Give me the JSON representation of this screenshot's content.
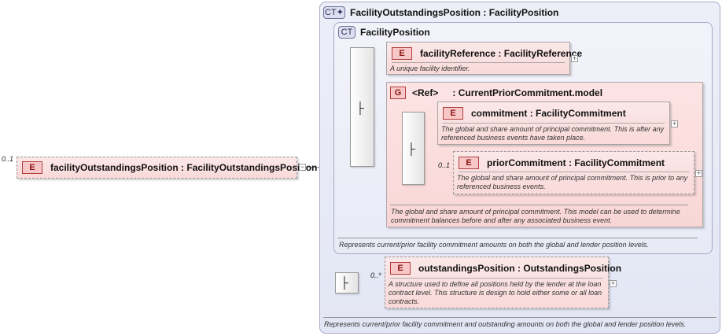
{
  "root": {
    "cardinality": "0..1",
    "badge": "E",
    "name": "facilityOutstandingsPosition",
    "type": "FacilityOutstandingsPosition",
    "collapse": "−"
  },
  "outer_type": {
    "badge": "CT",
    "badge_icon": "extension-plus-icon",
    "name": "FacilityOutstandingsPosition",
    "base": "FacilityPosition",
    "doc": "Represents current/prior facility commitment and outstanding amounts on both the global and lender position levels."
  },
  "inner_type": {
    "badge": "CT",
    "name": "FacilityPosition",
    "doc": "Represents current/prior facility commitment amounts on both the global and lender position levels."
  },
  "facility_reference": {
    "badge": "E",
    "name": "facilityReference",
    "type": "FacilityReference",
    "doc": "A unique facility identifier.",
    "expand": "+"
  },
  "group": {
    "badge": "G",
    "ref": "<Ref>",
    "name": "CurrentPriorCommitment.model",
    "doc": "The global and share amount of principal commitment. This model can be used to determine commitment balances before and after any associated business event."
  },
  "commitment": {
    "badge": "E",
    "name": "commitment",
    "type": "FacilityCommitment",
    "doc": "The global and share amount of principal commitment. This is after any referenced business events have taken place.",
    "expand": "+"
  },
  "prior_commitment": {
    "cardinality": "0..1",
    "badge": "E",
    "name": "priorCommitment",
    "type": "FacilityCommitment",
    "doc": "The global and share amount of principal commitment. This is prior to any referenced business events.",
    "expand": "+"
  },
  "outstandings_position": {
    "cardinality": "0..*",
    "badge": "E",
    "name": "outstandingsPosition",
    "type": "OutstandingsPosition",
    "doc": "A structure used to define all positions held by the lender at the loan contract level. This structure is design to hold either some or all loan contracts.",
    "expand": "+"
  },
  "separator": ":"
}
